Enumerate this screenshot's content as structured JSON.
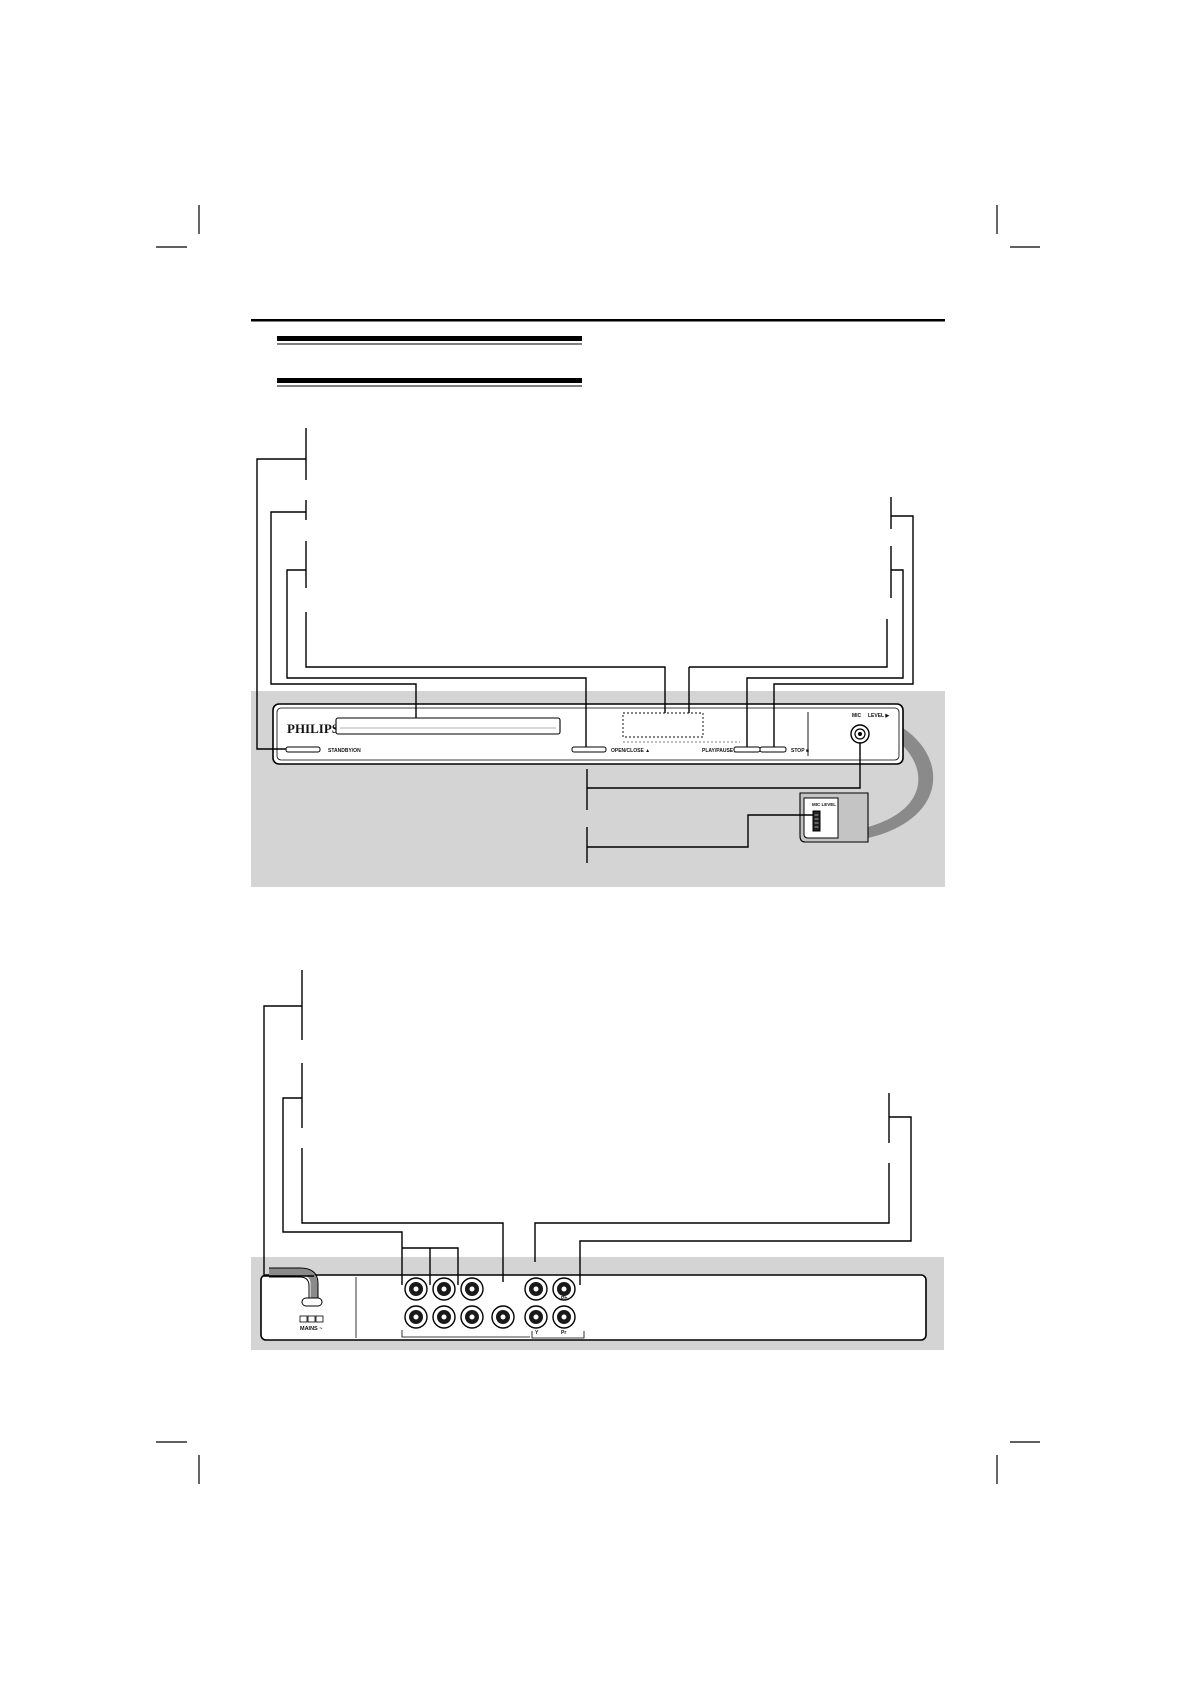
{
  "front_panel": {
    "brand": "PHILIPS",
    "standby_label": "STANDBY/ON",
    "open_close_label": "OPEN/CLOSE ▲",
    "play_pause_label": "PLAY/PAUSE ▶II",
    "stop_label": "STOP ■",
    "mic_label": "MIC",
    "level_label": "LEVEL ▶",
    "mic_level_label": "MIC LEVEL"
  },
  "rear_panel": {
    "mains_label": "MAINS ~",
    "y_label": "Y",
    "pr_label": "Pr",
    "pb_label": "Pb"
  }
}
